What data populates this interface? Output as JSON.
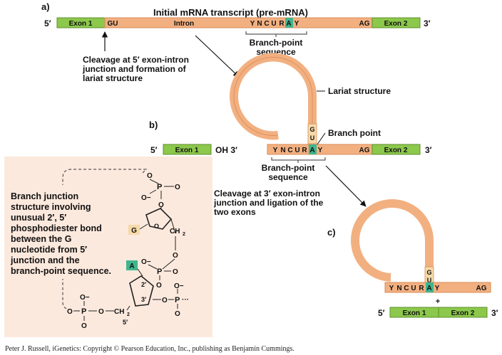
{
  "colors": {
    "exon": "#8CC84B",
    "intron": "#F2B081",
    "intron_stroke": "#D98A55",
    "branch_a": "#3FB58E",
    "gu": "#F5D9A8",
    "inset_bg": "#FCE9DD",
    "text": "#111111"
  },
  "panel_a": {
    "letter": "a)",
    "title": "Initial mRNA transcript (pre-mRNA)",
    "five_prime": "5′",
    "three_prime": "3′",
    "exon1": "Exon 1",
    "gu": "GU",
    "intron": "Intron",
    "branch_seq": [
      "Y",
      "N",
      "C",
      "U",
      "R",
      "A",
      "Y"
    ],
    "ag": "AG",
    "exon2": "Exon 2",
    "branch_label_1": "Branch-point",
    "branch_label_2": "sequence",
    "cleavage_1": "Cleavage at 5′ exon-intron",
    "cleavage_2": "junction and formation of",
    "cleavage_3": "lariat structure"
  },
  "panel_b": {
    "letter": "b)",
    "five_prime": "5′",
    "exon1": "Exon 1",
    "oh": "OH 3′",
    "branch_seq": [
      "Y",
      "N",
      "C",
      "U",
      "R",
      "A",
      "Y"
    ],
    "ag": "AG",
    "exon2": "Exon 2",
    "three_prime": "3′",
    "gu_g": "G",
    "gu_u": "U",
    "lariat_label": "Lariat structure",
    "branch_point_label": "Branch point",
    "branch_label_1": "Branch-point",
    "branch_label_2": "sequence",
    "cleavage_1": "Cleavage at 3′ exon-intron",
    "cleavage_2": "junction and ligation of the",
    "cleavage_3": "two exons"
  },
  "panel_c": {
    "letter": "c)",
    "branch_seq": [
      "Y",
      "N",
      "C",
      "U",
      "R",
      "A",
      "Y"
    ],
    "ag": "AG",
    "gu_g": "G",
    "gu_u": "U",
    "plus": "+",
    "five_prime": "5′",
    "exon1": "Exon 1",
    "exon2": "Exon 2",
    "three_prime": "3′"
  },
  "inset": {
    "text_1": "Branch junction",
    "text_2": "structure involving",
    "text_3": "unusual 2′, 5′",
    "text_4": "phosphodiester bond",
    "text_5": "between the G",
    "text_6": "nucleotide from 5′",
    "text_7": "junction and the",
    "text_8": "branch-point sequence.",
    "g": "G",
    "a": "A",
    "o": "O",
    "p": "P",
    "o_minus": "O−",
    "ch2": "CH",
    "two_sub": "2",
    "two_prime": "2′",
    "three_prime": "3′",
    "five_prime": "5′",
    "dots": "···"
  },
  "footer": "Peter J. Russell, iGenetics: Copyright © Pearson Education, Inc., publishing as Benjamin Cummings."
}
